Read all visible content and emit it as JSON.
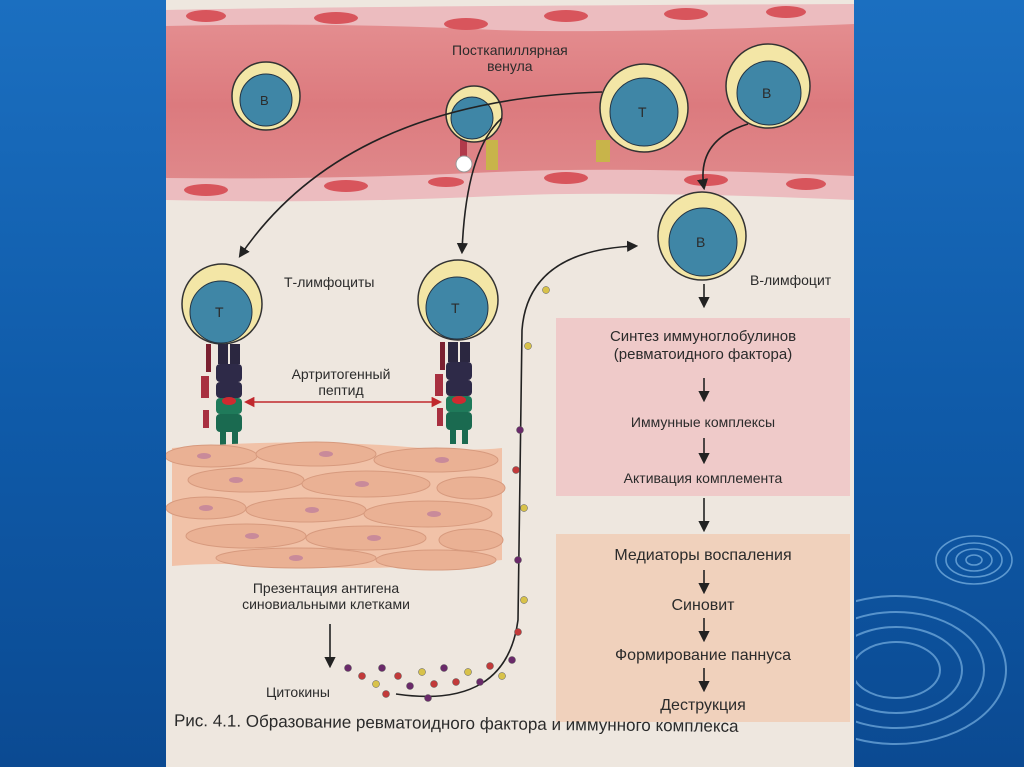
{
  "labels": {
    "venule": "Посткапиллярная\nвенула",
    "t_lymphocytes": "Т-лимфоциты",
    "b_lymphocyte": "В-лимфоцит",
    "peptide": "Артритогенный\nпептид",
    "presentation": "Презентация антигена\nсиновиальными клетками",
    "cytokines": "Цитокины"
  },
  "cell_letters": {
    "b": "В",
    "t": "Т"
  },
  "pathway_top": [
    "Синтез иммуноглобулинов\n(ревматоидного фактора)",
    "Иммунные комплексы",
    "Активация комплемента"
  ],
  "pathway_bottom": [
    "Медиаторы воспаления",
    "Синовит",
    "Формирование паннуса",
    "Деструкция"
  ],
  "caption": "Рис. 4.1. Образование ревматоидного фактора и иммунного комплекса",
  "colors": {
    "slide_bg": "#1565b8",
    "vessel": "#e07f82",
    "cell_nucleus": "#3f86a6",
    "cell_ring": "#f3e6a6",
    "pink_box": "#efc4c6",
    "peach_box": "#f0cdb6",
    "arrow_red": "#c0282d"
  }
}
